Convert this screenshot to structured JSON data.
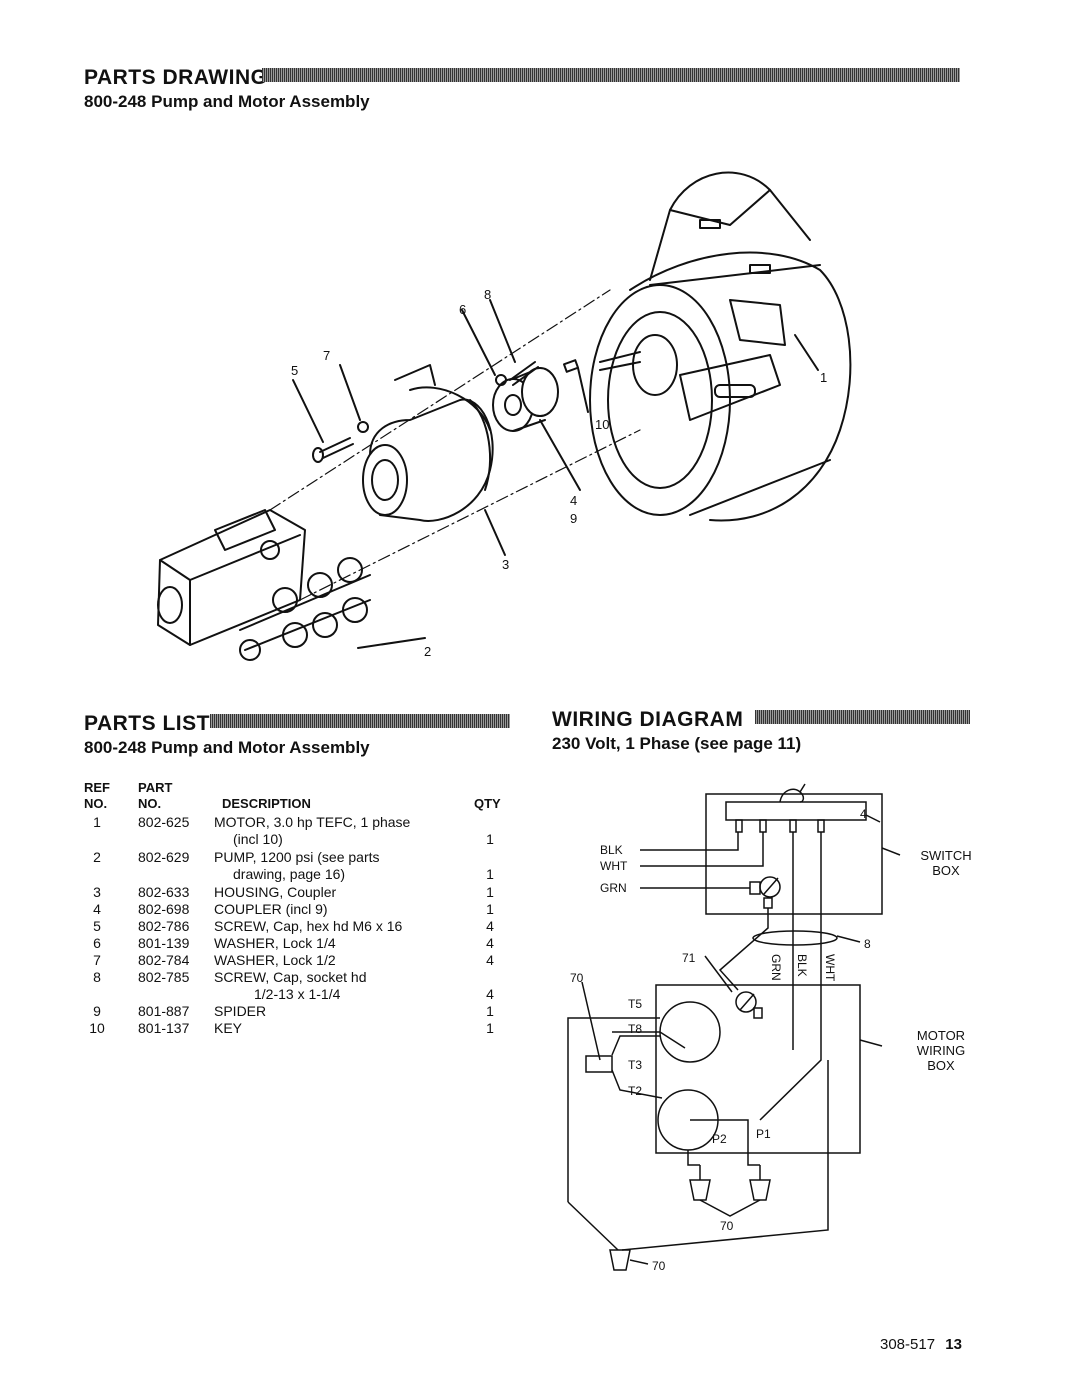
{
  "drawing": {
    "heading": "PARTS DRAWING",
    "subheading": "800-248 Pump and Motor Assembly",
    "callouts": [
      "1",
      "2",
      "3",
      "4",
      "5",
      "6",
      "7",
      "8",
      "9",
      "10"
    ]
  },
  "parts_list": {
    "heading": "PARTS LIST",
    "subheading": "800-248 Pump and Motor Assembly",
    "columns": {
      "ref_top": "REF",
      "ref_bottom": "NO.",
      "part_top": "PART",
      "part_bottom": "NO.",
      "description": "DESCRIPTION",
      "qty": "QTY"
    },
    "rows": [
      {
        "ref": "1",
        "part": "802-625",
        "desc": "MOTOR, 3.0 hp TEFC, 1 phase",
        "desc2": "(incl 10)",
        "qty": "1"
      },
      {
        "ref": "2",
        "part": "802-629",
        "desc": "PUMP, 1200 psi (see parts",
        "desc2": "drawing, page 16)",
        "qty": "1"
      },
      {
        "ref": "3",
        "part": "802-633",
        "desc": "HOUSING, Coupler",
        "desc2": "",
        "qty": "1"
      },
      {
        "ref": "4",
        "part": "802-698",
        "desc": "COUPLER (incl 9)",
        "desc2": "",
        "qty": "1"
      },
      {
        "ref": "5",
        "part": "802-786",
        "desc": "SCREW, Cap, hex hd M6 x 16",
        "desc2": "",
        "qty": "4"
      },
      {
        "ref": "6",
        "part": "801-139",
        "desc": "WASHER, Lock 1/4",
        "desc2": "",
        "qty": "4"
      },
      {
        "ref": "7",
        "part": "802-784",
        "desc": "WASHER, Lock 1/2",
        "desc2": "",
        "qty": "4"
      },
      {
        "ref": "8",
        "part": "802-785",
        "desc": "SCREW, Cap, socket hd",
        "desc2": "1/2-13 x 1-1/4",
        "qty": "4"
      },
      {
        "ref": "9",
        "part": "801-887",
        "desc": "SPIDER",
        "desc2": "",
        "qty": "1"
      },
      {
        "ref": "10",
        "part": "801-137",
        "desc": "KEY",
        "desc2": "",
        "qty": "1"
      }
    ]
  },
  "wiring": {
    "heading": "WIRING DIAGRAM",
    "subheading": "230 Volt, 1 Phase (see page 11)",
    "labels": {
      "blk": "BLK",
      "wht": "WHT",
      "grn": "GRN",
      "switch_box": "SWITCH BOX",
      "motor_wiring_box": "MOTOR WIRING BOX",
      "vgrn": "GRN",
      "vblk": "BLK",
      "vwht": "WHT",
      "t5": "T5",
      "t8": "T8",
      "t3": "T3",
      "t2": "T2",
      "p1": "P1",
      "p2": "P2",
      "n4": "4",
      "n8": "8",
      "n70a": "70",
      "n71": "71",
      "n70b": "70",
      "n70c": "70"
    }
  },
  "footer": {
    "doc_number": "308-517",
    "page_number": "13"
  }
}
